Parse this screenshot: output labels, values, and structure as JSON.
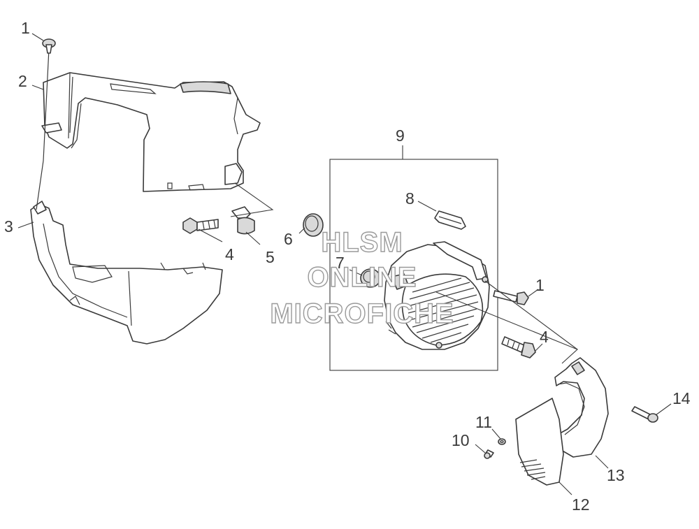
{
  "diagram": {
    "callouts": [
      "1",
      "2",
      "3",
      "4",
      "5",
      "6",
      "7",
      "8",
      "9",
      "1",
      "4",
      "10",
      "11",
      "12",
      "13",
      "14"
    ],
    "watermark": {
      "line1": "HLSM",
      "line2": "ONLINE",
      "line3": "MICROFICHE"
    }
  }
}
